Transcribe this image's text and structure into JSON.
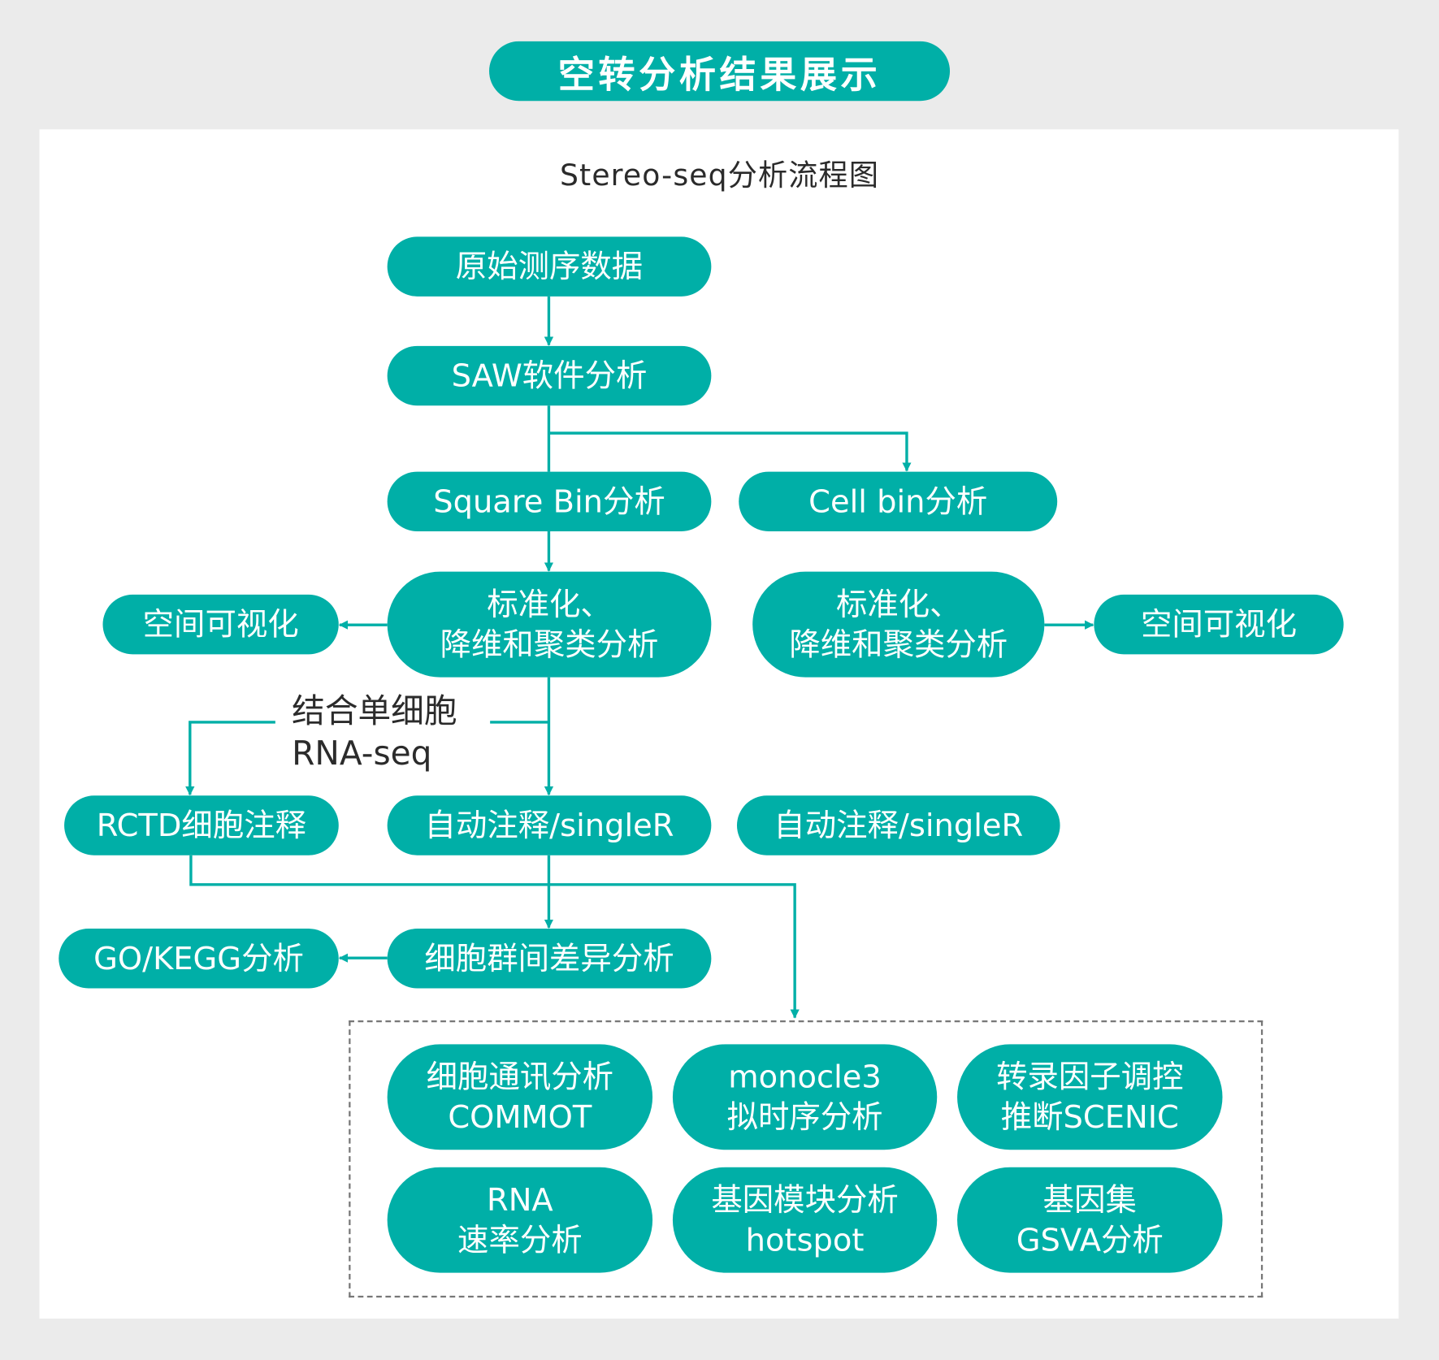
{
  "header": {
    "title": "空转分析结果展示",
    "subtitle": "Stereo-seq分析流程图"
  },
  "nodes": {
    "raw": "原始测序数据",
    "saw": "SAW软件分析",
    "square_bin": "Square Bin分析",
    "cell_bin": "Cell bin分析",
    "norm_left": "标准化、\n降维和聚类分析",
    "norm_right": "标准化、\n降维和聚类分析",
    "vis_left": "空间可视化",
    "vis_right": "空间可视化",
    "rctd": "RCTD细胞注释",
    "auto_left": "自动注释/singleR",
    "auto_right": "自动注释/singleR",
    "gokegg": "GO/KEGG分析",
    "diff": "细胞群间差异分析",
    "commot": "细胞通讯分析\nCOMMOT",
    "monocle": "monocle3\n拟时序分析",
    "scenic": "转录因子调控\n推断SCENIC",
    "velocity": "RNA\n速率分析",
    "hotspot": "基因模块分析\nhotspot",
    "gsva": "基因集\nGSVA分析"
  },
  "edge_label": "结合单细胞\nRNA-seq",
  "colors": {
    "accent": "#00afa7",
    "background": "#ebebeb"
  }
}
